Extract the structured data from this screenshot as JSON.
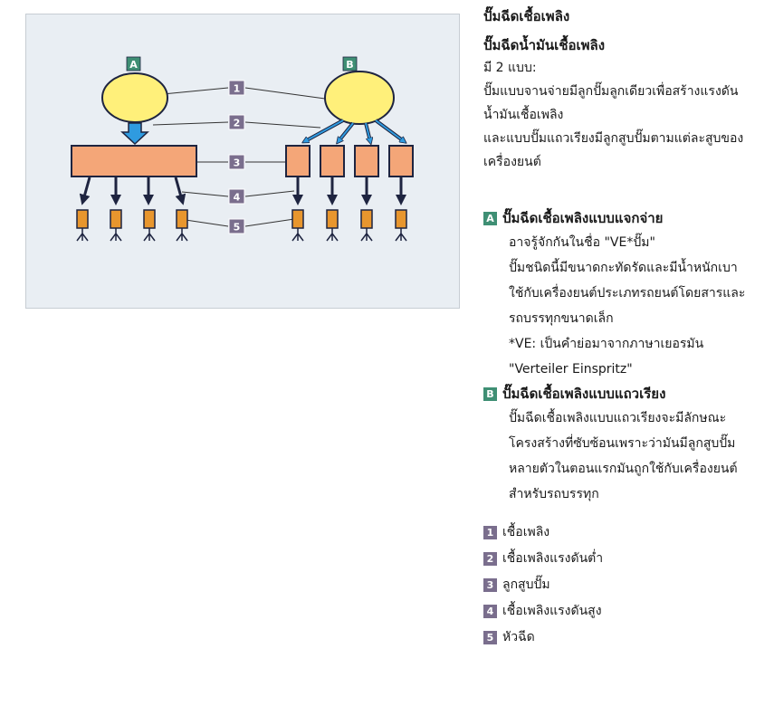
{
  "diagram": {
    "label_a": "A",
    "label_b": "B",
    "callouts": [
      "1",
      "2",
      "3",
      "4",
      "5"
    ]
  },
  "text": {
    "title": "ปั๊มฉีดเชื้อเพลิง",
    "subtitle": "ปั๊มฉีดน้ำมันเชื้อเพลิง",
    "types": "มี 2 แบบ:",
    "intro1": "ปั๊มแบบจานจ่ายมีลูกปั๊มลูกเดียวเพื่อสร้างแรงดันน้ำมันเชื้อเพลิง",
    "intro2": "และแบบปั๊มแถวเรียงมีลูกสูบปั๊มตามแต่ละสูบของเครื่องยนต์",
    "section_a": {
      "badge": "A",
      "heading": "ปั๊มฉีดเชื้อเพลิงแบบแจกจ่าย",
      "line1": "อาจรู้จักกันในชื่อ \"VE*ปั๊ม\"",
      "body": "ปั๊มชนิดนี้มีขนาดกะทัดรัดและมีน้ำหนักเบา ใช้กับเครื่องยนต์ประเภทรถยนต์โดยสารและรถบรรทุกขนาดเล็ก",
      "note1": "*VE: เป็นคำย่อมาจากภาษาเยอรมัน",
      "note2": "\"Verteiler Einspritz\""
    },
    "section_b": {
      "badge": "B",
      "heading": "ปั๊มฉีดเชื้อเพลิงแบบแถวเรียง",
      "body": "ปั๊มฉีดเชื้อเพลิงแบบแถวเรียงจะมีลักษณะโครงสร้างที่ซับซ้อนเพราะว่ามันมีลูกสูบปั๊มหลายตัวในตอนแรกมันถูกใช้กับเครื่องยนต์สำหรับรถบรรทุก"
    },
    "legend": [
      {
        "num": "1",
        "label": "เชื้อเพลิง"
      },
      {
        "num": "2",
        "label": "เชื้อเพลิงแรงดันต่ำ"
      },
      {
        "num": "3",
        "label": "ลูกสูบปั๊ม"
      },
      {
        "num": "4",
        "label": "เชื้อเพลิงแรงดันสูง"
      },
      {
        "num": "5",
        "label": "หัวฉีด"
      }
    ]
  },
  "colors": {
    "panel_bg": "#e9eef3",
    "tank_yellow": "#fff07a",
    "pump_orange": "#f4a678",
    "nozzle_orange": "#e8962e",
    "arrow_blue": "#2f9be0",
    "letter_badge": "#3f8f74",
    "number_badge": "#7a6e8d"
  }
}
